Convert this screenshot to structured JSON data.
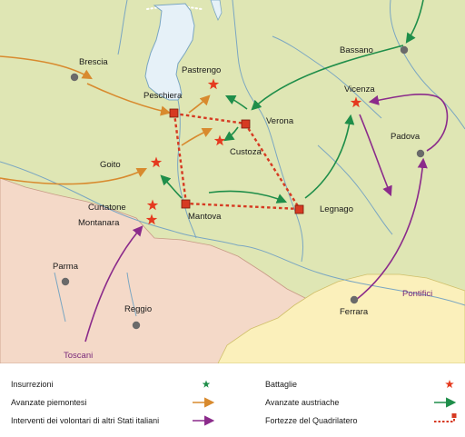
{
  "map": {
    "cities": {
      "brescia": "Brescia",
      "peschiera": "Peschiera",
      "pastrengo": "Pastrengo",
      "verona": "Verona",
      "bassano": "Bassano",
      "vicenza": "Vicenza",
      "padova": "Padova",
      "custoza": "Custoza",
      "goito": "Goito",
      "curtatone": "Curtatone",
      "montanara": "Montanara",
      "mantova": "Mantova",
      "legnago": "Legnago",
      "parma": "Parma",
      "reggio": "Reggio",
      "ferrara": "Ferrara"
    },
    "regions": {
      "pontifici": "Pontifici",
      "toscani": "Toscani"
    },
    "colors": {
      "land": "#dfe6b4",
      "south_states": "#f4d9c8",
      "papal_states": "#fbf0bb",
      "water": "#e6f1f8",
      "piedmont_arrow": "#d88a2e",
      "austrian_arrow": "#1f8e4a",
      "volunteer_arrow": "#8b2b8b",
      "fortress": "#d63a22",
      "battle": "#e53a1f"
    }
  },
  "legend": {
    "insurrezioni": "Insurrezioni",
    "battaglie": "Battaglie",
    "avanzate_piemontesi": "Avanzate piemontesi",
    "avanzate_austriache": "Avanzate austriache",
    "interventi": "Interventi dei volontari di altri Stati italiani",
    "fortezze": "Fortezze del Quadrilatero"
  }
}
